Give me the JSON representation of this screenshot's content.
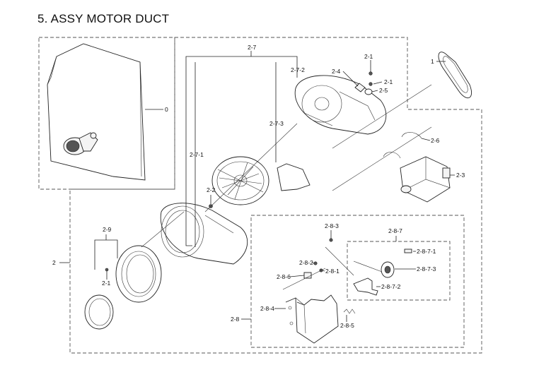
{
  "page": {
    "title": "5. ASSY MOTOR DUCT"
  },
  "labels": {
    "l0": "0",
    "l1": "1",
    "l2": "2",
    "l2_1a": "2-1",
    "l2_1b": "2-1",
    "l2_1c": "2-1",
    "l2_2": "2-2",
    "l2_3": "2-3",
    "l2_4": "2-4",
    "l2_5": "2-5",
    "l2_6": "2-6",
    "l2_7": "2-7",
    "l2_7_1": "2-7-1",
    "l2_7_2": "2-7-2",
    "l2_7_3": "2-7-3",
    "l2_8": "2-8",
    "l2_8_1": "2-8-1",
    "l2_8_2": "2-8-2",
    "l2_8_3": "2-8-3",
    "l2_8_4": "2-8-4",
    "l2_8_5": "2-8-5",
    "l2_8_6": "2-8-6",
    "l2_8_7": "2-8-7",
    "l2_8_7_1": "2-8-7-1",
    "l2_8_7_2": "2-8-7-2",
    "l2_8_7_3": "2-8-7-3",
    "l2_9": "2-9"
  }
}
